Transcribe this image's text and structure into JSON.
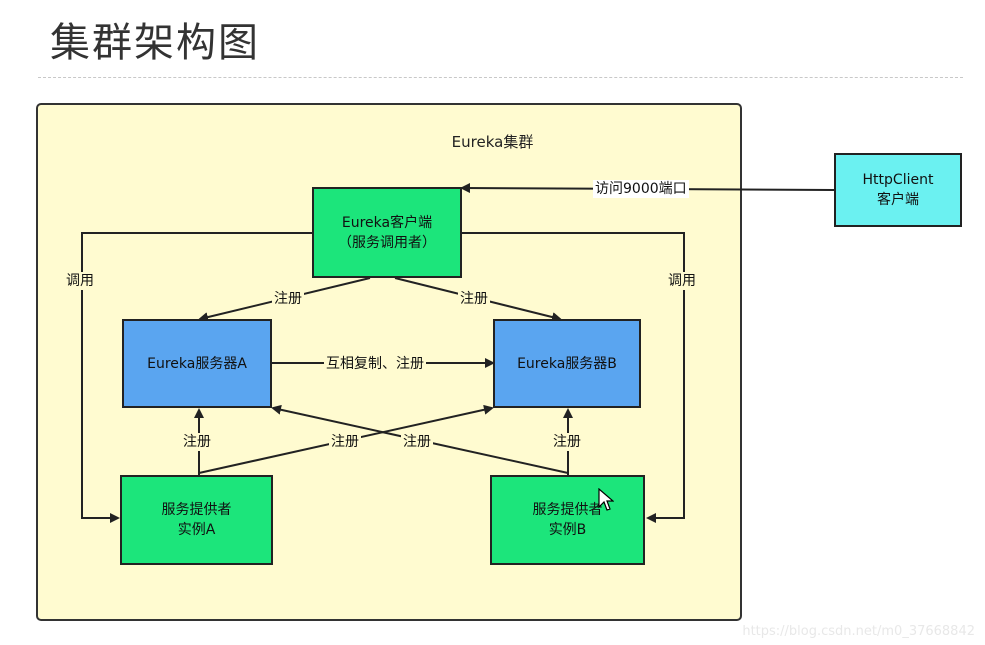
{
  "page": {
    "title": "集群架构图"
  },
  "cluster": {
    "label": "Eureka集群"
  },
  "nodes": {
    "client": {
      "line1": "Eureka客户端",
      "line2": "（服务调用者）"
    },
    "server_a": {
      "label": "Eureka服务器A"
    },
    "server_b": {
      "label": "Eureka服务器B"
    },
    "provider_a": {
      "line1": "服务提供者",
      "line2": "实例A"
    },
    "provider_b": {
      "line1": "服务提供者",
      "line2": "实例B"
    },
    "http_client": {
      "line1": "HttpClient",
      "line2": "客户端"
    }
  },
  "edges": {
    "access": "访问9000端口",
    "register_left": "注册",
    "register_right": "注册",
    "replicate": "互相复制、注册",
    "register_a_up": "注册",
    "register_b_up": "注册",
    "register_cross_1": "注册",
    "register_cross_2": "注册",
    "call_left": "调用",
    "call_right": "调用"
  },
  "watermark": "https://blog.csdn.net/m0_37668842",
  "colors": {
    "node_green": "#1ce57b",
    "node_blue": "#5aa5f0",
    "node_cyan": "#6bf1f1",
    "cluster_bg": "#fffbd0"
  }
}
